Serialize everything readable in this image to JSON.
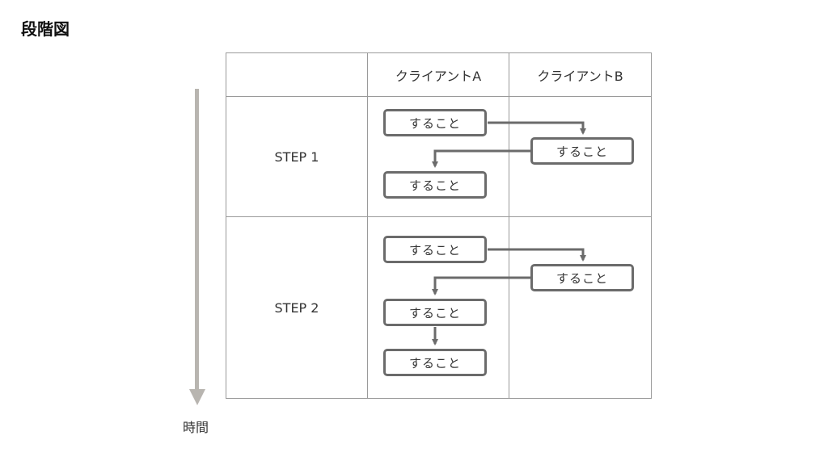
{
  "title": "段階図",
  "time_label": "時間",
  "columns": [
    "",
    "クライアントA",
    "クライアントB"
  ],
  "steps": [
    {
      "label": "STEP 1"
    },
    {
      "label": "STEP 2"
    }
  ],
  "flow_boxes": [
    {
      "id": "s1-a1",
      "text": "すること",
      "column": "クライアントA",
      "step": "STEP 1"
    },
    {
      "id": "s1-b1",
      "text": "すること",
      "column": "クライアントB",
      "step": "STEP 1"
    },
    {
      "id": "s1-a2",
      "text": "すること",
      "column": "クライアントA",
      "step": "STEP 1"
    },
    {
      "id": "s2-a1",
      "text": "すること",
      "column": "クライアントA",
      "step": "STEP 2"
    },
    {
      "id": "s2-b1",
      "text": "すること",
      "column": "クライアントB",
      "step": "STEP 2"
    },
    {
      "id": "s2-a2",
      "text": "すること",
      "column": "クライアントA",
      "step": "STEP 2"
    },
    {
      "id": "s2-a3",
      "text": "すること",
      "column": "クライアントA",
      "step": "STEP 2"
    }
  ],
  "colors": {
    "grid_line": "#9a9a9a",
    "box_border": "#6b6b6b",
    "connector": "#6b6b6b",
    "time_arrow": "#b8b5b0"
  }
}
